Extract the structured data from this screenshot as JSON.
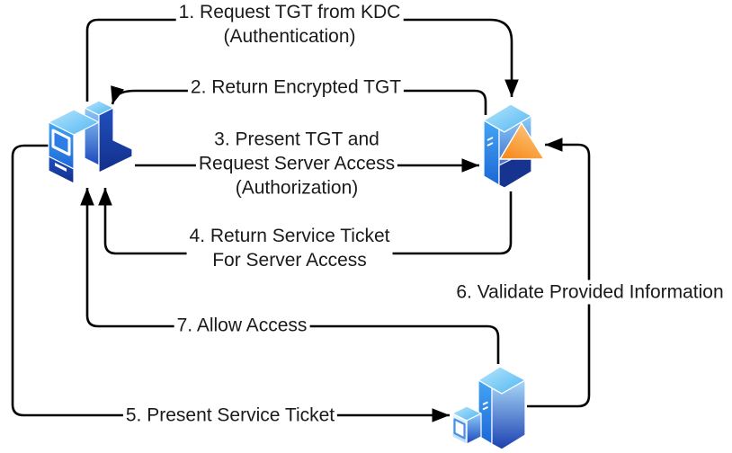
{
  "labels": {
    "step1": [
      "1. Request TGT from KDC",
      "(Authentication)"
    ],
    "step2": [
      "2. Return Encrypted TGT"
    ],
    "step3": [
      "3. Present TGT and",
      "Request Server Access",
      "(Authorization)"
    ],
    "step4": [
      "4. Return Service Ticket",
      "For Server Access"
    ],
    "step5": [
      "5. Present Service Ticket"
    ],
    "step6": [
      "6. Validate Provided Information"
    ],
    "step7": [
      "7. Allow Access"
    ]
  },
  "nodes": {
    "client": {
      "icon": "client-workstation-icon"
    },
    "kdc": {
      "icon": "kdc-server-icon"
    },
    "server": {
      "icon": "service-server-icon"
    }
  },
  "colors": {
    "background": "#ffffff",
    "connector": "#000000",
    "text": "#1a1a1a",
    "icon_top_light": "#9edcfa",
    "icon_bright_blue": "#2f8ef0",
    "icon_deep_blue": "#1c47bd",
    "icon_navy": "#16338f",
    "icon_orange": "#f7941d",
    "icon_orange_light": "#fcc97e"
  }
}
